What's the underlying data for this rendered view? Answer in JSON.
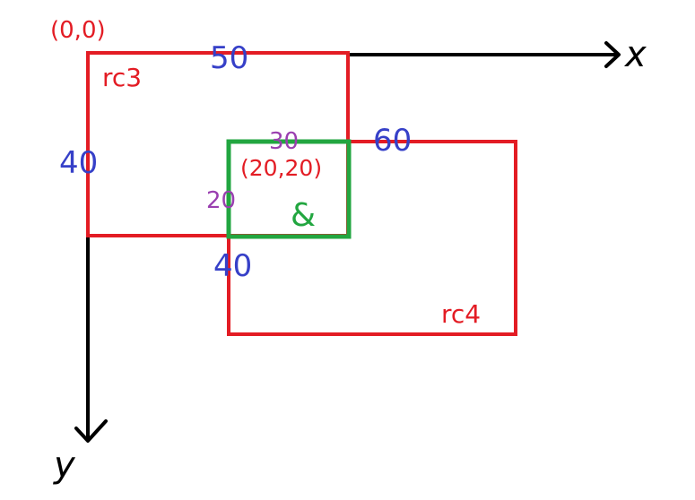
{
  "origin_label": "(0,0)",
  "axes": {
    "x_label": "x",
    "y_label": "y",
    "color": "#000000"
  },
  "rect_rc3": {
    "name": "rc3",
    "width_label": "50",
    "height_label": "40",
    "color": "#e31c24"
  },
  "rect_rc4": {
    "name": "rc4",
    "width_label": "60",
    "height_label": "40",
    "color": "#e31c24"
  },
  "intersection": {
    "name": "&",
    "corner_label": "(20,20)",
    "width_label": "30",
    "height_label": "20",
    "color": "#22a640"
  },
  "label_colors": {
    "point": "#e31c24",
    "dimension": "#3640c8",
    "intersection_dimension": "#9a3fb0"
  }
}
